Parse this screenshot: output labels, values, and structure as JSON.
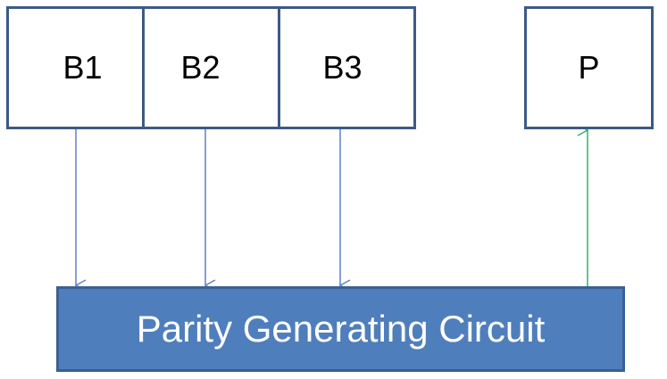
{
  "inputs": [
    {
      "label": "B1"
    },
    {
      "label": "B2"
    },
    {
      "label": "B3"
    }
  ],
  "output": {
    "label": "P"
  },
  "circuit": {
    "label": "Parity Generating Circuit"
  },
  "colors": {
    "box_border": "#3b5a86",
    "circuit_fill": "#4f7ebd",
    "input_arrow": "#5b84bf",
    "output_arrow": "#2fb36a"
  }
}
